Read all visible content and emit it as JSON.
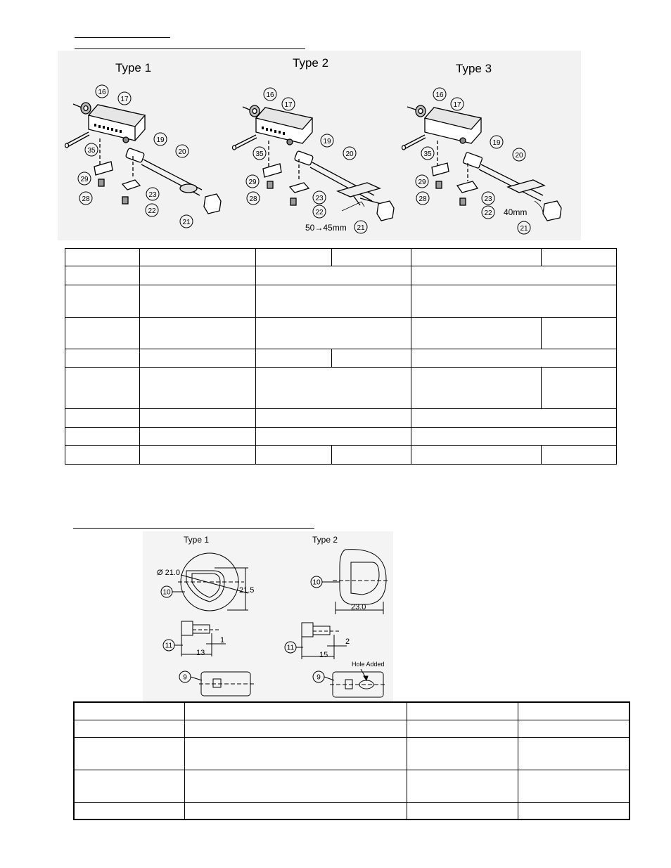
{
  "figure1": {
    "type_labels": [
      "Type 1",
      "Type 2",
      "Type 3"
    ],
    "callouts": [
      "16",
      "17",
      "19",
      "20",
      "21",
      "22",
      "23",
      "28",
      "29",
      "35"
    ],
    "dimension_type2": "50→45mm",
    "dimension_type3": "40mm"
  },
  "figure2": {
    "type_labels": [
      "Type 1",
      "Type 2"
    ],
    "callouts": [
      "10",
      "11",
      "9"
    ],
    "type1_diameter": "Ø 21.0",
    "type1_height": "21.5",
    "type1_len_total": "13",
    "type1_len_small": "1",
    "type2_width": "23.0",
    "type2_len_total": "15",
    "type2_len_small": "2",
    "hole_note": "Hole Added"
  }
}
